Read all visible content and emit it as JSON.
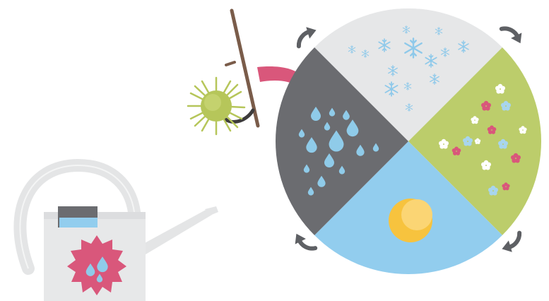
{
  "illustration": {
    "wheel_segments": [
      {
        "name": "winter",
        "color": "#e6e7e8",
        "icon": "snowflake-icon"
      },
      {
        "name": "spring",
        "color": "#bccd6b",
        "icon": "flower-icon"
      },
      {
        "name": "summer",
        "color": "#92cdee",
        "icon": "sun-icon"
      },
      {
        "name": "autumn-rain",
        "color": "#6b6c70",
        "icon": "raindrop-icon"
      }
    ],
    "rotation_arrows": 4,
    "colors": {
      "accent_pink": "#d9577b",
      "burr_green": "#b6c65a",
      "stick_brown": "#7a5c4a",
      "can_grey": "#e7e8e9",
      "water_blue": "#92cdee",
      "sun_yellow": "#f7c33e",
      "arrow_grey": "#5e6064"
    }
  }
}
